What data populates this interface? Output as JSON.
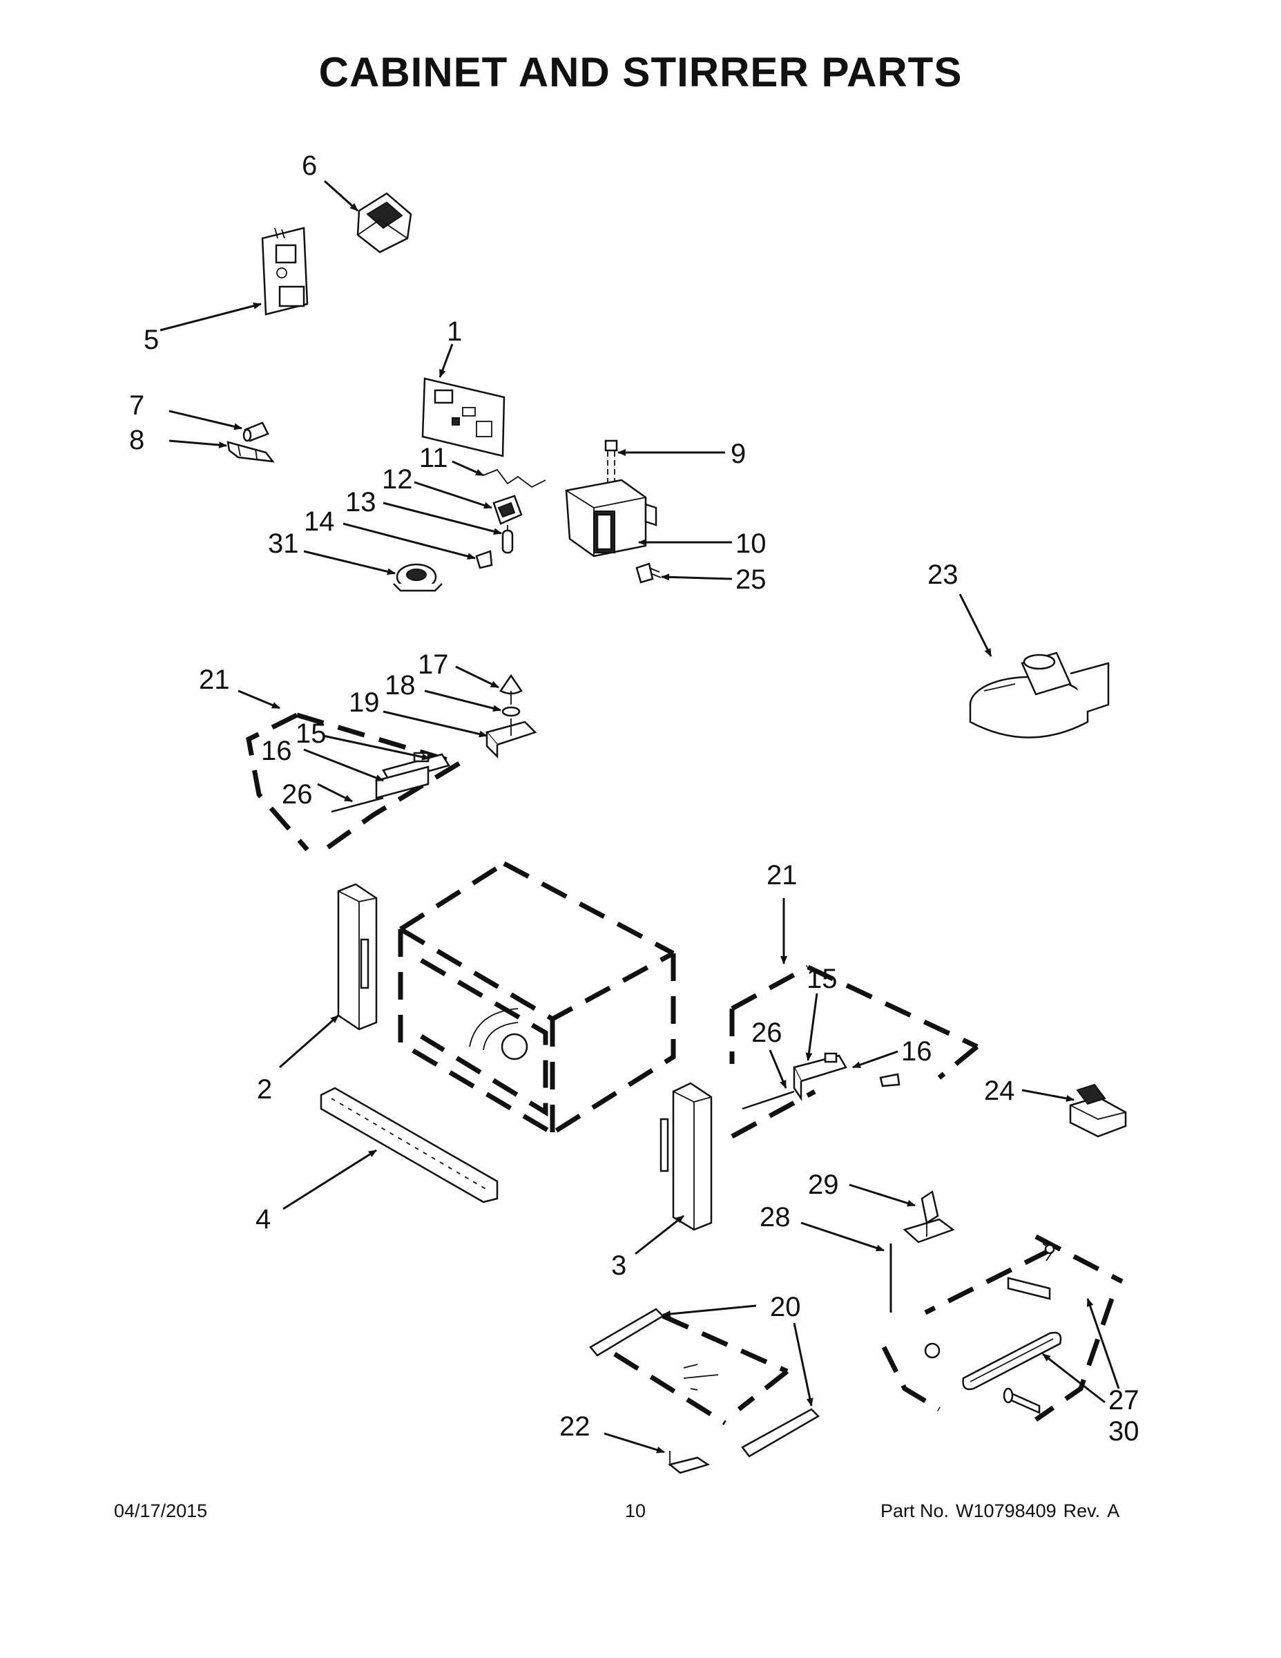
{
  "page": {
    "title": "CABINET AND STIRRER PARTS",
    "footer": {
      "date": "04/17/2015",
      "page_number": "10",
      "part_label": "Part No.",
      "part_number": "W10798409",
      "rev_label": "Rev.",
      "rev": "A"
    }
  },
  "callouts": {
    "c1": "1",
    "c2": "2",
    "c3": "3",
    "c4": "4",
    "c5": "5",
    "c6": "6",
    "c7": "7",
    "c8": "8",
    "c9": "9",
    "c10": "10",
    "c11": "11",
    "c12": "12",
    "c13": "13",
    "c14": "14",
    "c15a": "15",
    "c15b": "15",
    "c16a": "16",
    "c16b": "16",
    "c17": "17",
    "c18": "18",
    "c19": "19",
    "c20": "20",
    "c21a": "21",
    "c21b": "21",
    "c22": "22",
    "c23": "23",
    "c24": "24",
    "c25": "25",
    "c26a": "26",
    "c26b": "26",
    "c27": "27",
    "c28": "28",
    "c29": "29",
    "c30": "30",
    "c31": "31"
  }
}
